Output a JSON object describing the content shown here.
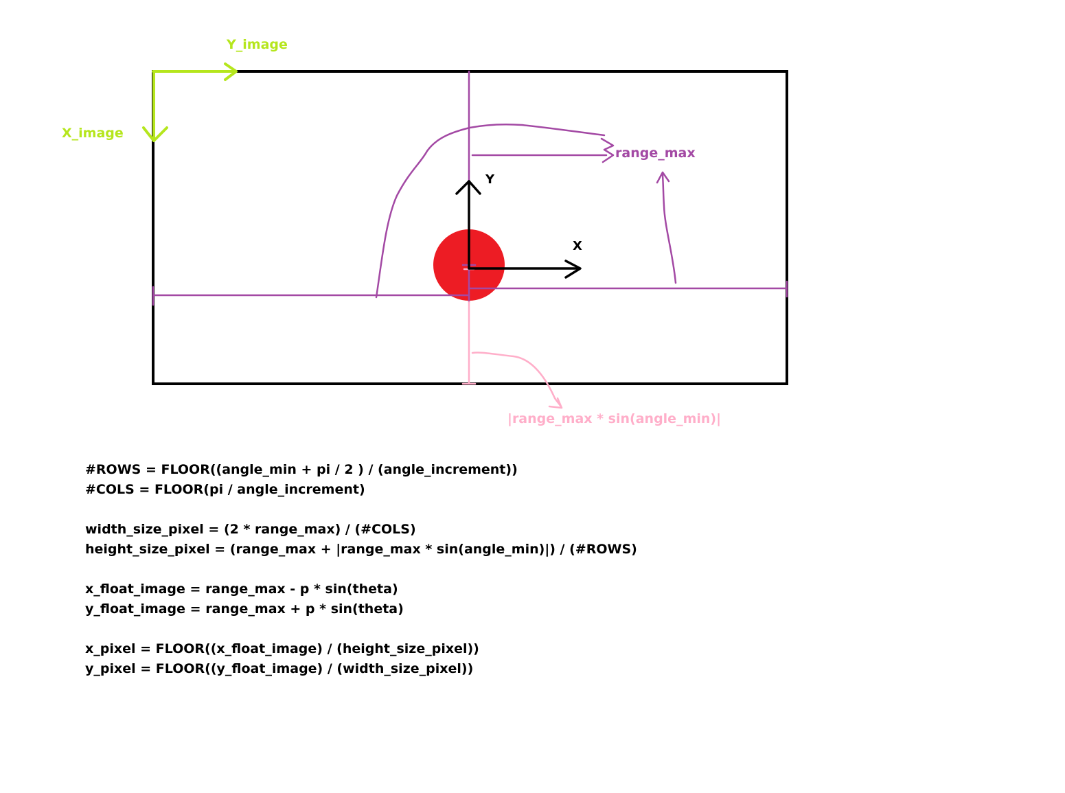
{
  "colors": {
    "frame": "#000000",
    "image_axes": "#b5e61d",
    "range_lines": "#a349a4",
    "lower_extent": "#ffaec9",
    "robot": "#ed1c24",
    "text": "#000000"
  },
  "labels": {
    "y_image": "Y_image",
    "x_image": "X_image",
    "range_max": "range_max",
    "axis_y": "Y",
    "axis_x": "X",
    "lower_extent": "|range_max * sin(angle_min)|"
  },
  "formulas": {
    "rows": "#ROWS = FLOOR((angle_min + pi / 2 ) / (angle_increment))",
    "cols": "#COLS = FLOOR(pi / angle_increment)",
    "width_size_pixel": "width_size_pixel = (2 * range_max) / (#COLS)",
    "height_size_pixel": "height_size_pixel = (range_max + |range_max * sin(angle_min)|) / (#ROWS)",
    "x_float_image": "x_float_image = range_max - p * sin(theta)",
    "y_float_image": "y_float_image = range_max + p * sin(theta)",
    "x_pixel": "x_pixel = FLOOR((x_float_image) / (height_size_pixel))",
    "y_pixel": "y_pixel = FLOOR((y_float_image) / (width_size_pixel))"
  }
}
